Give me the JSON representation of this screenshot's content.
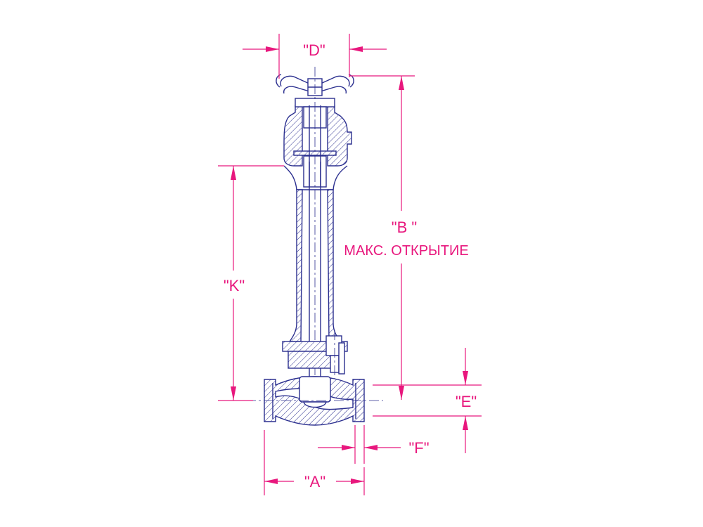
{
  "colors": {
    "dimension": "#e8177d",
    "outline": "#2b2f8f",
    "background": "#ffffff"
  },
  "labels": {
    "d": "\"D\"",
    "b": "\"B \"",
    "b_note": "МАКС. ОТКРЫТИЕ",
    "k": "\"K\"",
    "e": "\"E\"",
    "f": "\"F\"",
    "a": "\"A\""
  }
}
